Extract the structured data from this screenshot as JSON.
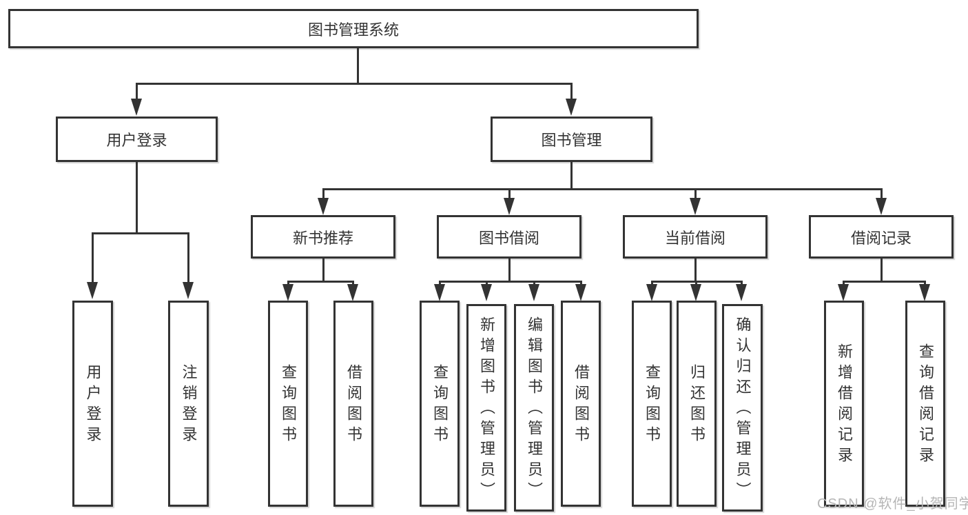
{
  "diagram": {
    "title": "图书管理系统",
    "nodes": {
      "root": "图书管理系统",
      "user_login_group": "用户登录",
      "book_mgmt_group": "图书管理",
      "new_book_rec": "新书推荐",
      "book_borrow": "图书借阅",
      "current_borrow": "当前借阅",
      "borrow_records": "借阅记录",
      "user_login": "用户登录",
      "logout_login": "注销登录",
      "rec_query_books": "查询图书",
      "rec_borrow_books": "借阅图书",
      "borrow_query_books": "查询图书",
      "borrow_add_books": "新增图书（管理员）",
      "borrow_edit_books": "编辑图书（管理员）",
      "borrow_borrow_books": "借阅图书",
      "current_query_books": "查询图书",
      "current_return_books": "归还图书",
      "current_confirm_return": "确认归还（管理员）",
      "records_add_record": "新增借阅记录",
      "records_query_record": "查询借阅记录"
    },
    "watermark": "CSDN @软件_小贺同学",
    "colors": {
      "line": "#333333",
      "text": "#333333",
      "box_background": "#ffffff",
      "watermark": "#b5b5b5",
      "background": "#ffffff"
    }
  }
}
